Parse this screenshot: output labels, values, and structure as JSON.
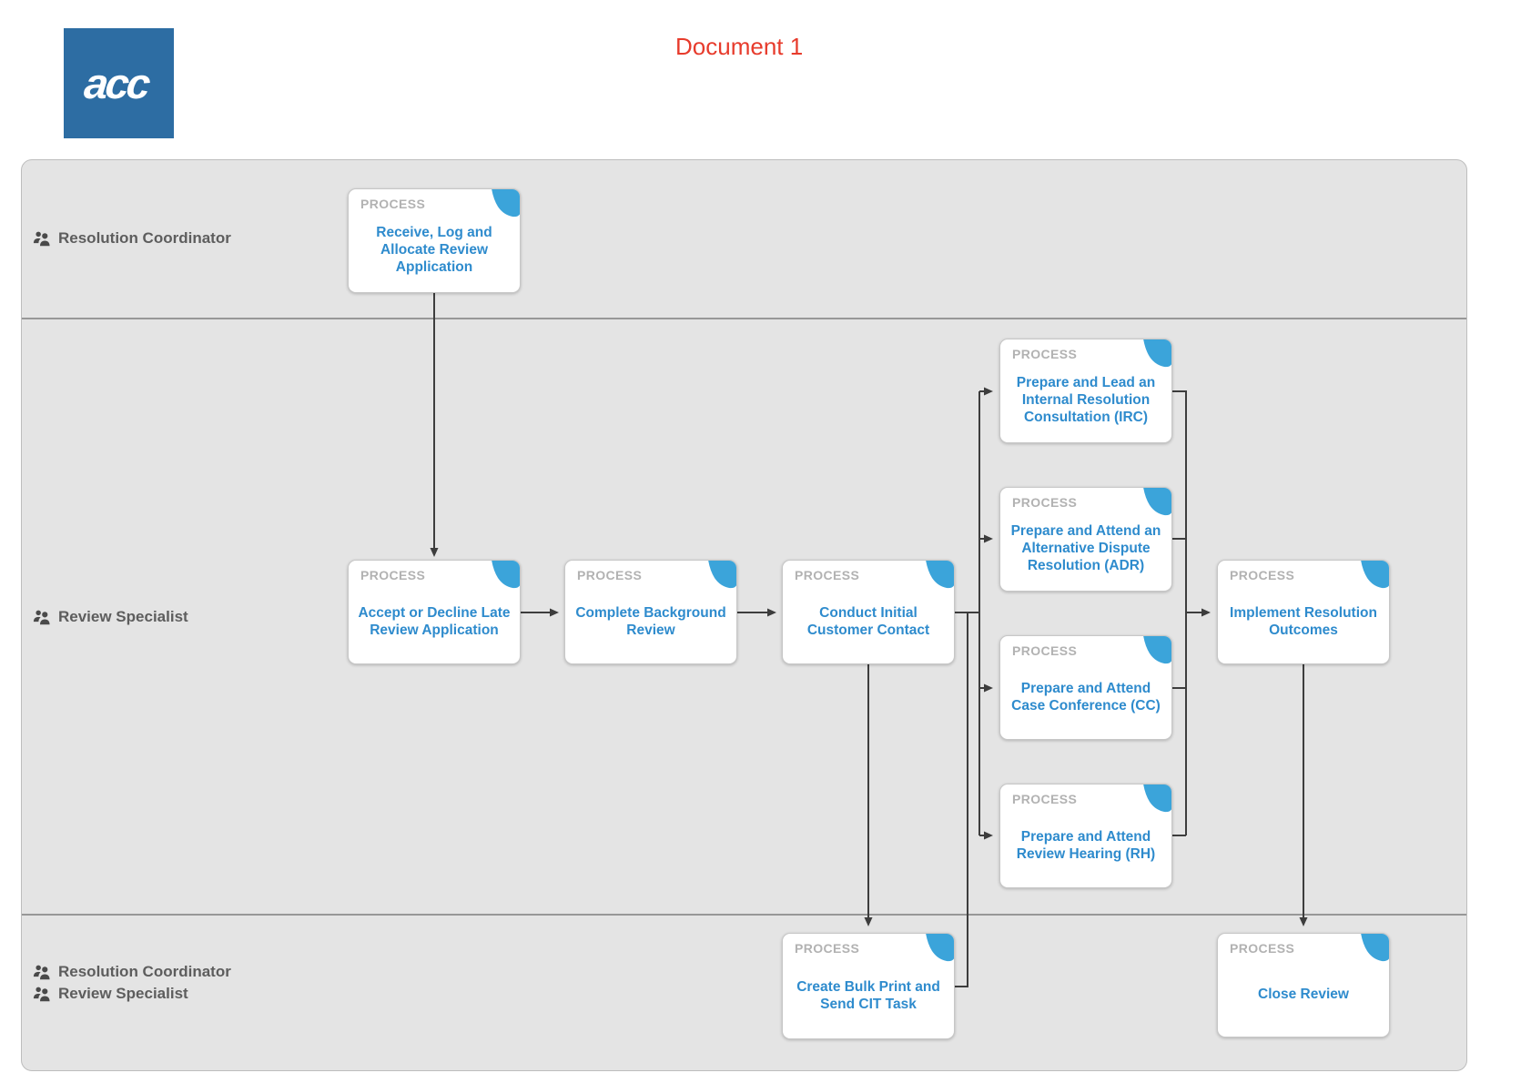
{
  "page": {
    "logo_text": "acc",
    "title": "Document 1"
  },
  "diagram": {
    "process_label": "PROCESS",
    "lanes": [
      {
        "label": "Resolution Coordinator"
      },
      {
        "label": "Review Specialist"
      },
      {
        "labels": [
          "Resolution Coordinator",
          "Review Specialist"
        ]
      }
    ],
    "boxes": [
      {
        "id": "receive-log-allocate",
        "type": "PROCESS",
        "lane": "Resolution Coordinator",
        "title": "Receive, Log and Allocate Review Application"
      },
      {
        "id": "accept-decline-late",
        "type": "PROCESS",
        "lane": "Review Specialist",
        "title": "Accept or Decline Late Review Application"
      },
      {
        "id": "complete-background-review",
        "type": "PROCESS",
        "lane": "Review Specialist",
        "title": "Complete Background Review"
      },
      {
        "id": "conduct-initial-contact",
        "type": "PROCESS",
        "lane": "Review Specialist",
        "title": "Conduct Initial Customer Contact"
      },
      {
        "id": "prepare-lead-irc",
        "type": "PROCESS",
        "lane": "Review Specialist",
        "title": "Prepare and Lead an Internal Resolution Consultation (IRC)"
      },
      {
        "id": "prepare-attend-adr",
        "type": "PROCESS",
        "lane": "Review Specialist",
        "title": "Prepare and Attend an Alternative Dispute Resolution (ADR)"
      },
      {
        "id": "prepare-attend-cc",
        "type": "PROCESS",
        "lane": "Review Specialist",
        "title": "Prepare and Attend Case Conference (CC)"
      },
      {
        "id": "prepare-attend-rh",
        "type": "PROCESS",
        "lane": "Review Specialist",
        "title": "Prepare and Attend Review Hearing (RH)"
      },
      {
        "id": "implement-resolution-outcomes",
        "type": "PROCESS",
        "lane": "Review Specialist",
        "title": "Implement Resolution Outcomes"
      },
      {
        "id": "create-bulk-print-cit",
        "type": "PROCESS",
        "lane": "Resolution Coordinator / Review Specialist",
        "title": "Create Bulk Print and Send CIT Task"
      },
      {
        "id": "close-review",
        "type": "PROCESS",
        "lane": "Resolution Coordinator / Review Specialist",
        "title": "Close Review"
      }
    ],
    "edges": [
      {
        "from": "receive-log-allocate",
        "to": "accept-decline-late"
      },
      {
        "from": "accept-decline-late",
        "to": "complete-background-review"
      },
      {
        "from": "complete-background-review",
        "to": "conduct-initial-contact"
      },
      {
        "from": "conduct-initial-contact",
        "to": "prepare-lead-irc"
      },
      {
        "from": "conduct-initial-contact",
        "to": "prepare-attend-adr"
      },
      {
        "from": "conduct-initial-contact",
        "to": "prepare-attend-cc"
      },
      {
        "from": "conduct-initial-contact",
        "to": "prepare-attend-rh"
      },
      {
        "from": "conduct-initial-contact",
        "to": "create-bulk-print-cit"
      },
      {
        "from": "create-bulk-print-cit",
        "to": "resolution-options-branch"
      },
      {
        "from": "prepare-lead-irc",
        "to": "implement-resolution-outcomes"
      },
      {
        "from": "prepare-attend-adr",
        "to": "implement-resolution-outcomes"
      },
      {
        "from": "prepare-attend-cc",
        "to": "implement-resolution-outcomes"
      },
      {
        "from": "prepare-attend-rh",
        "to": "implement-resolution-outcomes"
      },
      {
        "from": "implement-resolution-outcomes",
        "to": "close-review"
      }
    ]
  },
  "colors": {
    "logo_blue": "#2d6da3",
    "title_red": "#e73b2c",
    "title_blue": "#2e8bcd",
    "accent_blue": "#3ba4da",
    "lane_gray": "#e4e4e4",
    "arrow_gray": "#3d3d3d"
  }
}
